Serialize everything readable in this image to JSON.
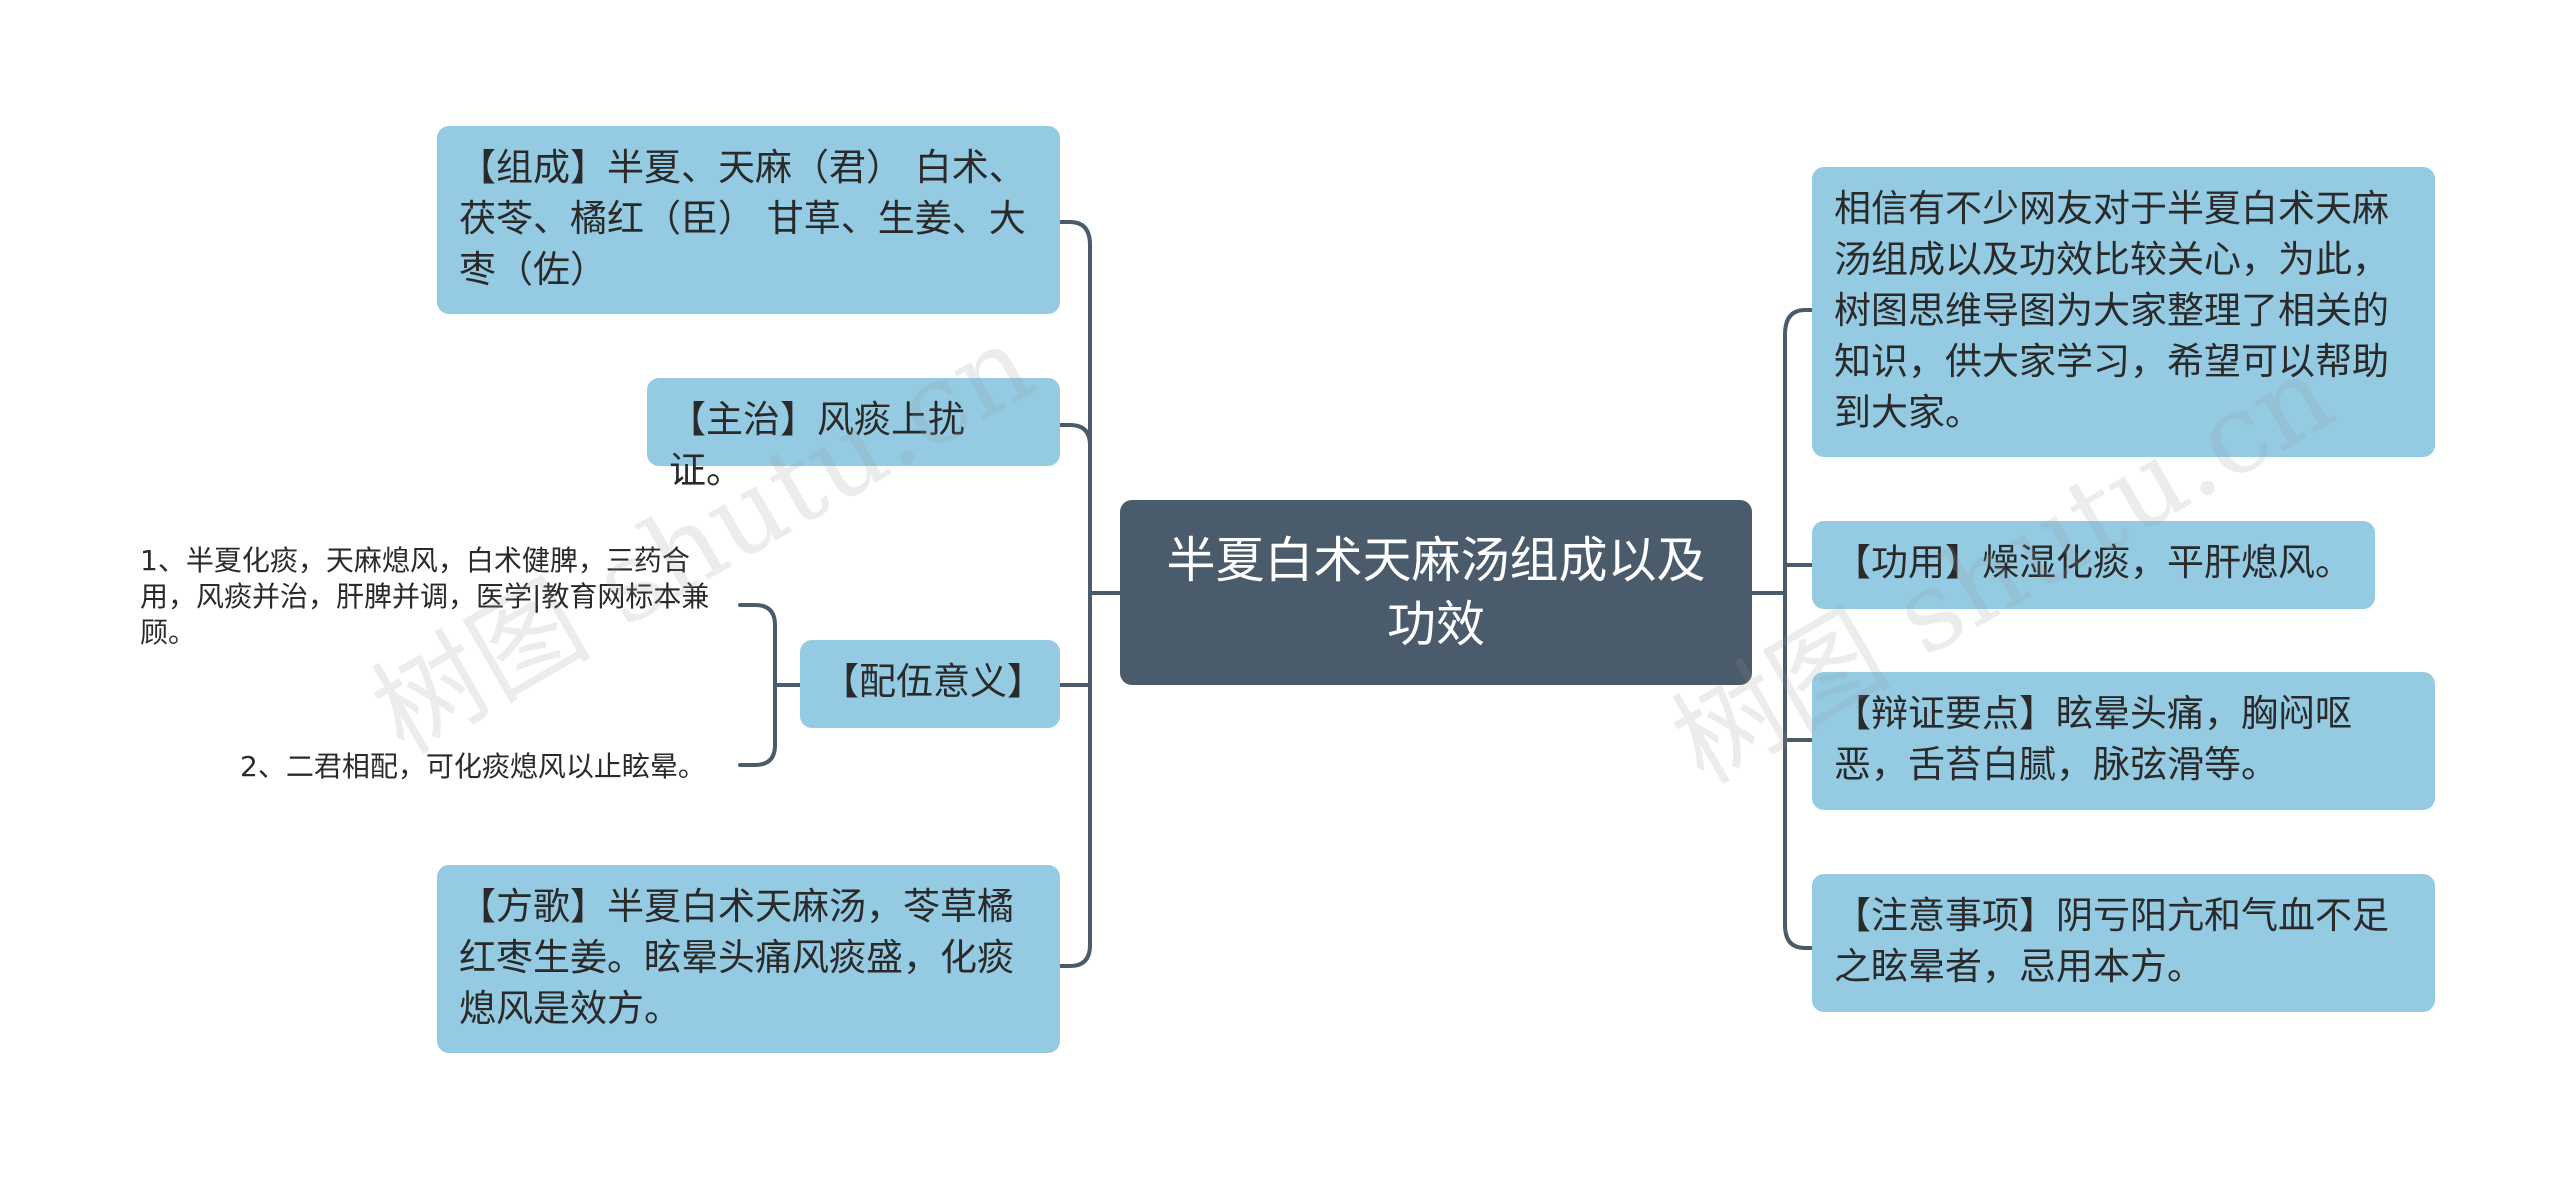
{
  "center": {
    "title": "半夏白术天麻汤组成以及功效"
  },
  "left_nodes": [
    {
      "text": "【组成】半夏、天麻（君） 白术、茯苓、橘红（臣） 甘草、生姜、大枣（佐）"
    },
    {
      "text": "【主治】风痰上扰证。"
    },
    {
      "text": "【配伍意义】"
    },
    {
      "text": "【方歌】半夏白术天麻汤，苓草橘红枣生姜。眩晕头痛风痰盛，化痰熄风是效方。"
    }
  ],
  "peiwu_children": [
    {
      "text": "1、半夏化痰，天麻熄风，白术健脾，三药合用，风痰并治，肝脾并调，医学|教育网标本兼顾。"
    },
    {
      "text": "2、二君相配，可化痰熄风以止眩晕。"
    }
  ],
  "right_nodes": [
    {
      "text": "相信有不少网友对于半夏白术天麻汤组成以及功效比较关心，为此，树图思维导图为大家整理了相关的知识，供大家学习，希望可以帮助到大家。"
    },
    {
      "text": "【功用】燥湿化痰，平肝熄风。"
    },
    {
      "text": "【辩证要点】眩晕头痛，胸闷呕恶，舌苔白腻，脉弦滑等。"
    },
    {
      "text": "【注意事项】阴亏阳亢和气血不足之眩晕者，忌用本方。"
    }
  ],
  "watermarks": [
    "树图 shutu.cn",
    "树图 shutu.cn"
  ],
  "colors": {
    "center_bg": "#4a5b6b",
    "node_bg": "#94cbe3",
    "line": "#4a5b6b"
  }
}
